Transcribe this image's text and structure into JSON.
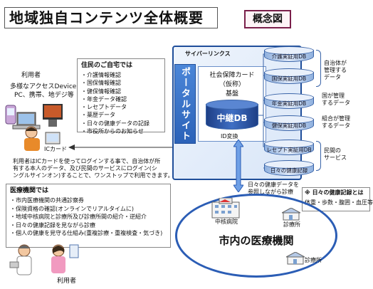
{
  "title": "地域独自コンテンツ全体概要",
  "concept": "概念図",
  "user_top": {
    "label": "利用者",
    "devices_line1": "多様なアクセスDevice",
    "devices_line2": "PC、携帯、地デジ等"
  },
  "ic_card": "ICカード",
  "home": {
    "heading": "住民のご自宅では",
    "items": [
      "介護情報確認",
      "国保情報確認",
      "健保情報確認",
      "年金データ確認",
      "レセプトデータ",
      "薬歴データ",
      "日々の健康データの記録",
      "市役所からのお知らせ"
    ]
  },
  "cyber": {
    "title": "サイバーリンクス",
    "portal": "ポータルサイト",
    "foundation_line1": "社会保障カード",
    "foundation_line2": "（仮称）",
    "foundation_line3": "基盤",
    "hub_db": "中継DB",
    "id_convert": "ID変換"
  },
  "dbs": [
    {
      "label": "介護実証用DB"
    },
    {
      "label": "国保実証用DB"
    },
    {
      "label": "年金実証用DB"
    },
    {
      "label": "健保実証用DB"
    },
    {
      "label": "レセプト実証用DB"
    },
    {
      "label": "日々の健康記録"
    }
  ],
  "groups": {
    "municipal": [
      "自治体が",
      "管理する",
      "データ"
    ],
    "national": [
      "国が管理",
      "するデータ"
    ],
    "union": [
      "組合が管理",
      "するデータ"
    ],
    "private": [
      "民間の",
      "サービス"
    ]
  },
  "description": [
    "利用者はICカードを使ってログインする事で、自治体が所",
    "有する本人のデータ、及び民間のサービスにログイン(シ",
    "ングルサインオン)することで、ワンストップで利用できます。"
  ],
  "medical": {
    "heading": "医療機関では",
    "items": [
      "市内医療機関の共通診察券",
      "保険資格の確認(オンラインでリアルタイムに)",
      "地域中核病院と診療所及び診療所間の紹介・逆紹介",
      "日々の健康記録を見ながら診療",
      "個人の健康を見守る仕組み(重複診療・重複検査・気づき)"
    ]
  },
  "arrow_note": [
    "日々の健康データを",
    "参照しながら診療"
  ],
  "note": {
    "heading": "※ 日々の健康記録とは",
    "body": "体重・歩数・腹囲・血圧等"
  },
  "city": {
    "label": "市内の医療機関",
    "hospital": "中核病院",
    "clinic_a": "診療所",
    "clinic_b": "診療所"
  },
  "user_bottom": "利用者"
}
